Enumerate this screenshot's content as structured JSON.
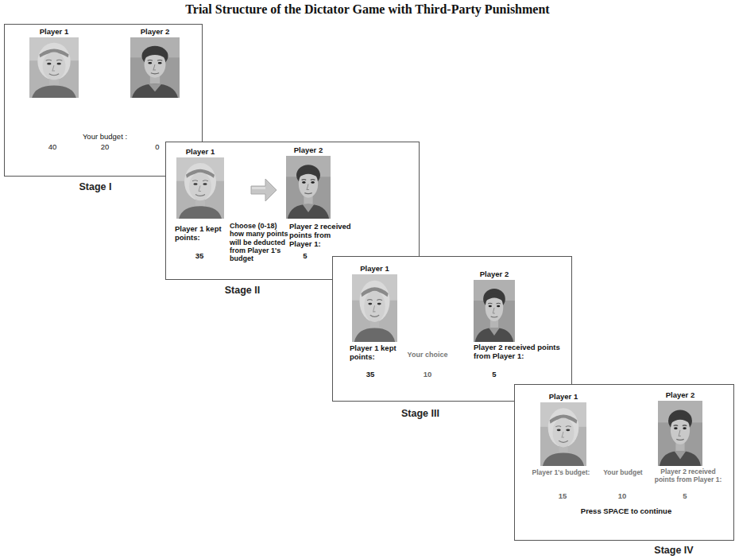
{
  "diagram": {
    "title": "Trial Structure of the Dictator Game with Third-Party Punishment",
    "nodes": [
      {
        "text": [
          "Your budget :",
          "40",
          "20",
          "0",
          "Stage I"
        ]
      },
      {
        "text": [
          "Player 1"
        ],
        "in": 0
      },
      {
        "text": [
          "Player 2"
        ],
        "in": 0
      },
      {
        "text": [
          "Player 1 kept points:",
          "35",
          "Choose (0-18) how many points will be deducted from Player 1's budget",
          "Player 2 received points from Player 1:",
          "5",
          "Stage II"
        ]
      },
      {
        "text": [
          "Player 1"
        ],
        "in": 3
      },
      {
        "text": [
          "Player 2"
        ],
        "in": 3
      },
      {
        "text": [
          "Player 1 kept points:",
          "35",
          "Your choice",
          "10",
          "Player 2 received points from Player 1:",
          "5",
          "Stage III"
        ]
      },
      {
        "text": [
          "Player 1"
        ],
        "in": 6
      },
      {
        "text": [
          "Player 2"
        ],
        "in": 6
      },
      {
        "text": [
          "Player 1's budget:",
          "Your budget",
          "Player 2 received points from Player 1:",
          "15",
          "10",
          "5",
          "Press SPACE to continue",
          "Stage IV"
        ]
      },
      {
        "text": [
          "Player 1"
        ],
        "in": 9
      },
      {
        "text": [
          "Player 2"
        ],
        "in": 9
      }
    ]
  }
}
